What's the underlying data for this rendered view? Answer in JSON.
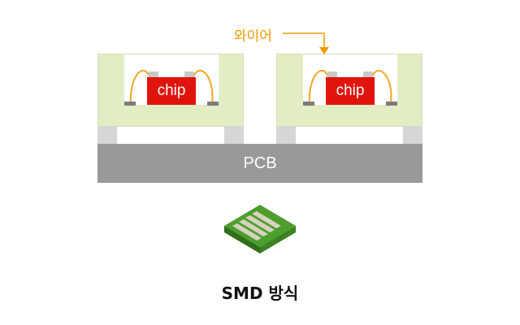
{
  "diagram": {
    "chip_label": "chip",
    "wire_label": "와이어",
    "pcb_label": "PCB",
    "caption": "SMD 방식",
    "colors": {
      "chip": "#e0140c",
      "package": "#e2edc6",
      "wire": "#f5a623",
      "callout": "#f39800",
      "pcb": "#999999",
      "module_green": "#4d9e2d"
    }
  }
}
